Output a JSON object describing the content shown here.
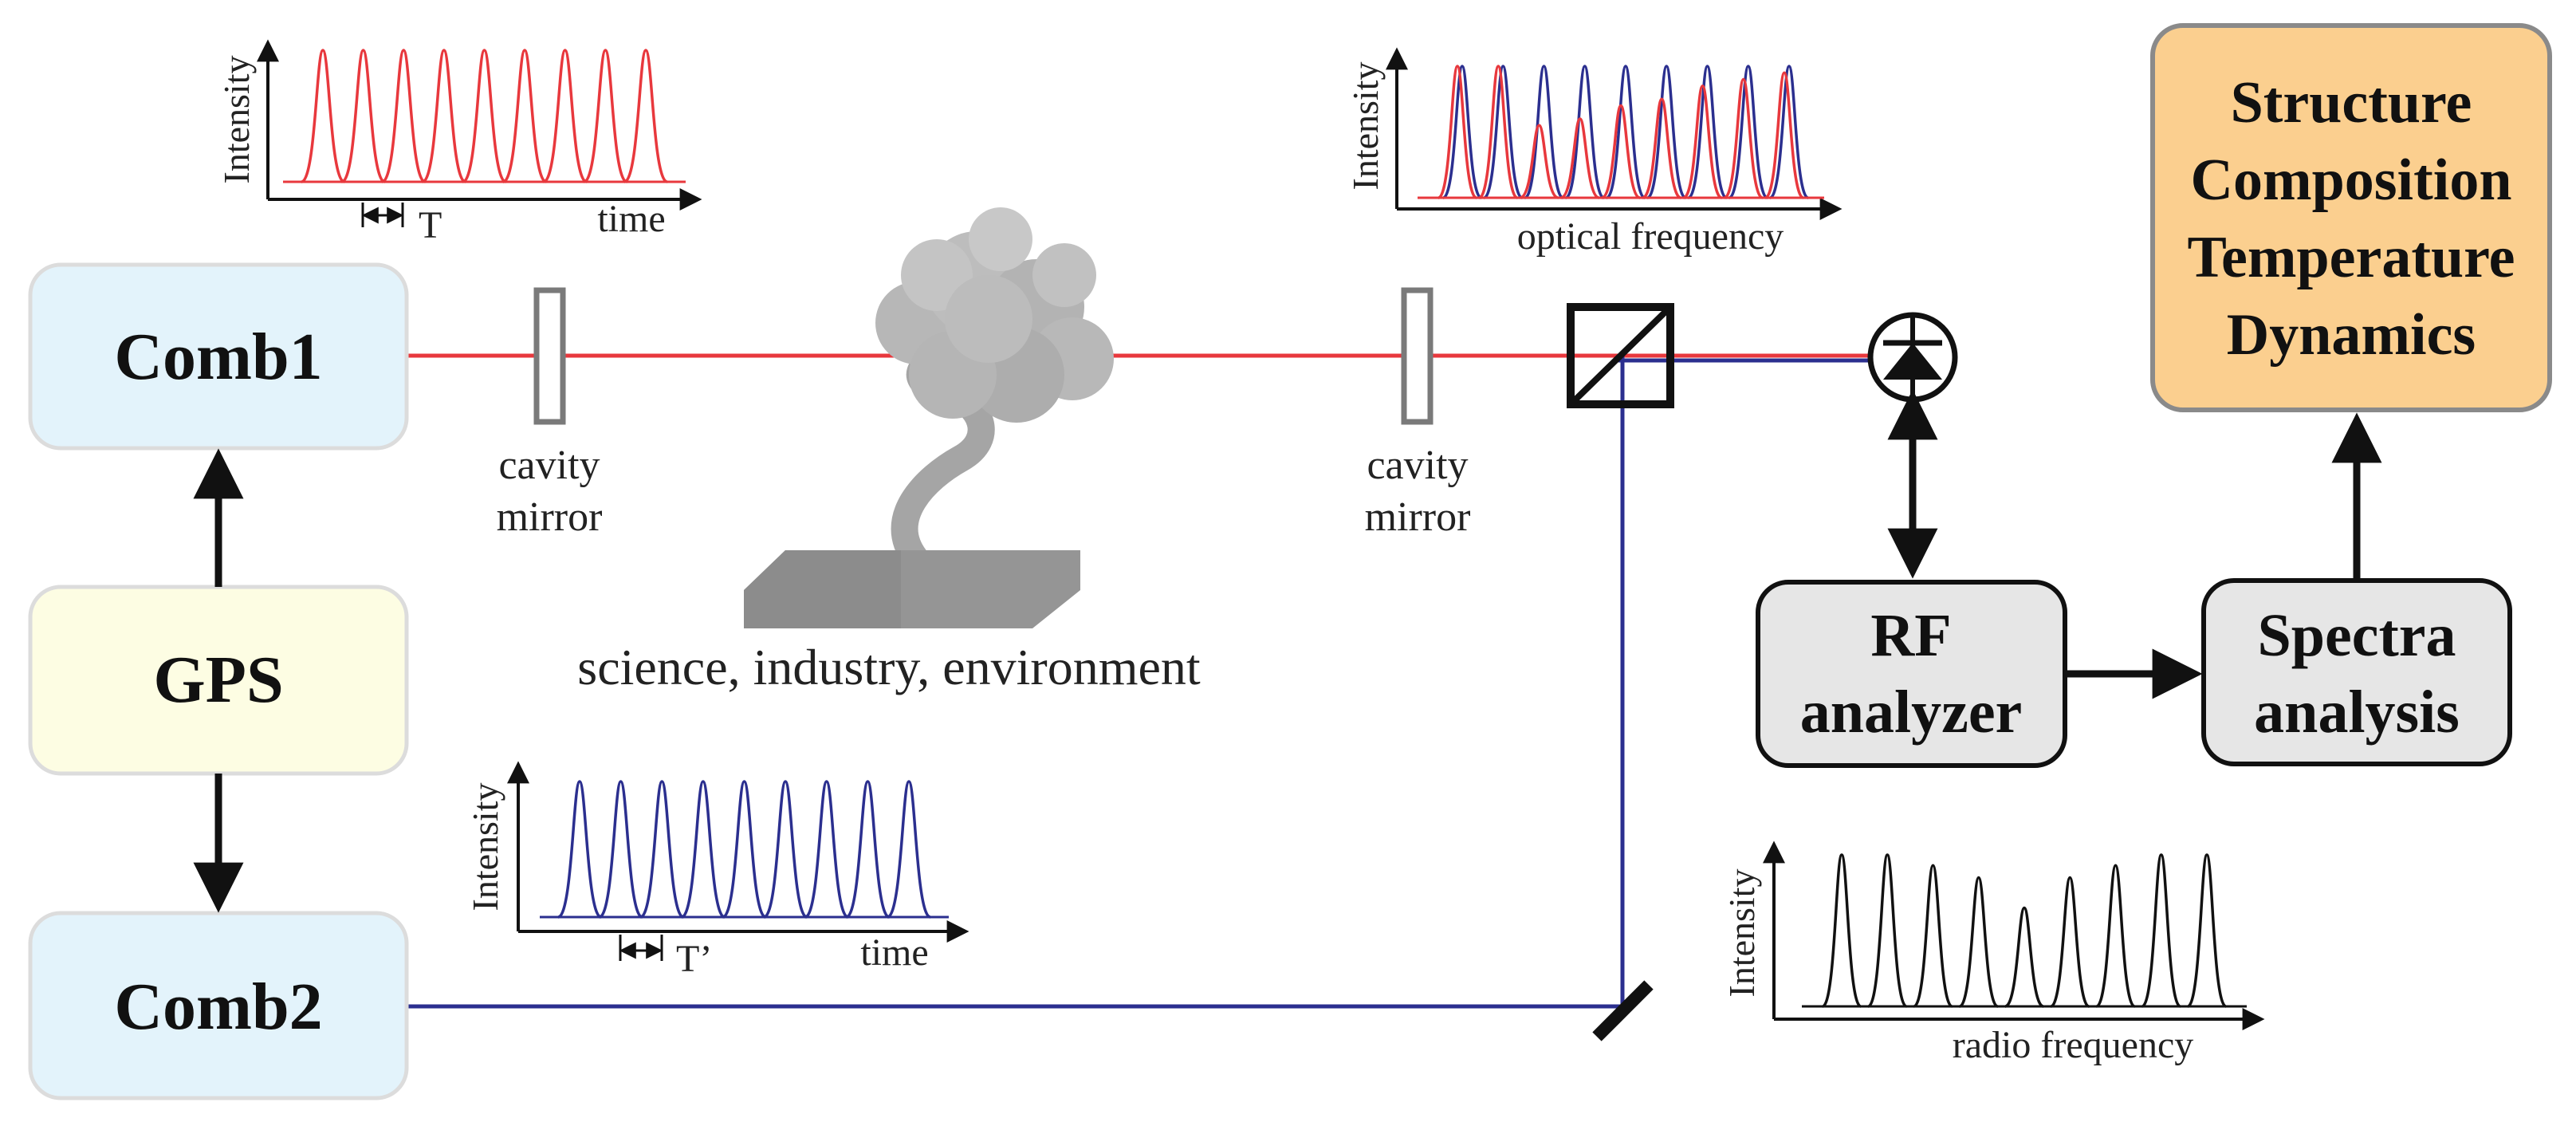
{
  "blocks": {
    "comb1": "Comb1",
    "gps": "GPS",
    "comb2": "Comb2",
    "rf_line1": "RF",
    "rf_line2": "analyzer",
    "spectra_line1": "Spectra",
    "spectra_line2": "analysis",
    "results": [
      "Structure",
      "Composition",
      "Temperature",
      "Dynamics"
    ]
  },
  "labels": {
    "cavity_left_line1": "cavity",
    "cavity_left_line2": "mirror",
    "cavity_right_line1": "cavity",
    "cavity_right_line2": "mirror",
    "sample": "science, industry, environment"
  },
  "plots": {
    "comb1_time": {
      "ylabel": "Intensity",
      "xlabel": "time",
      "period_label": "T"
    },
    "comb2_time": {
      "ylabel": "Intensity",
      "xlabel": "time",
      "period_label": "T’"
    },
    "optical": {
      "ylabel": "Intensity",
      "xlabel": "optical frequency"
    },
    "radio": {
      "ylabel": "Intensity",
      "xlabel": "radio frequency"
    }
  },
  "colors": {
    "comb1_beam": "#e8383d",
    "comb2_beam": "#2b2f8f",
    "comb_box": "#e3f3fb",
    "gps_box": "#fdfde3",
    "analyzer_box": "#e6e6e6",
    "results_box": "#fbcf8f"
  },
  "chart_data": [
    {
      "type": "line",
      "id": "comb1_time",
      "series": [
        {
          "peaks": [
            1,
            1,
            1,
            1,
            1,
            1,
            1,
            1,
            1
          ]
        }
      ]
    },
    {
      "type": "line",
      "id": "comb2_time",
      "series": [
        {
          "peaks": [
            1,
            1,
            1,
            1,
            1,
            1,
            1,
            1,
            1
          ]
        }
      ]
    },
    {
      "type": "line",
      "id": "optical",
      "series": [
        {
          "color": "comb1",
          "peaks": [
            1,
            1,
            0.55,
            0.6,
            0.7,
            0.75,
            0.85,
            0.9,
            0.95
          ]
        },
        {
          "color": "comb2",
          "peaks": [
            1,
            1,
            1,
            1,
            1,
            1,
            1,
            1,
            1
          ]
        }
      ]
    },
    {
      "type": "line",
      "id": "radio",
      "series": [
        {
          "peaks": [
            1,
            1,
            0.93,
            0.85,
            0.65,
            0.85,
            0.93,
            1,
            1
          ]
        }
      ]
    }
  ]
}
